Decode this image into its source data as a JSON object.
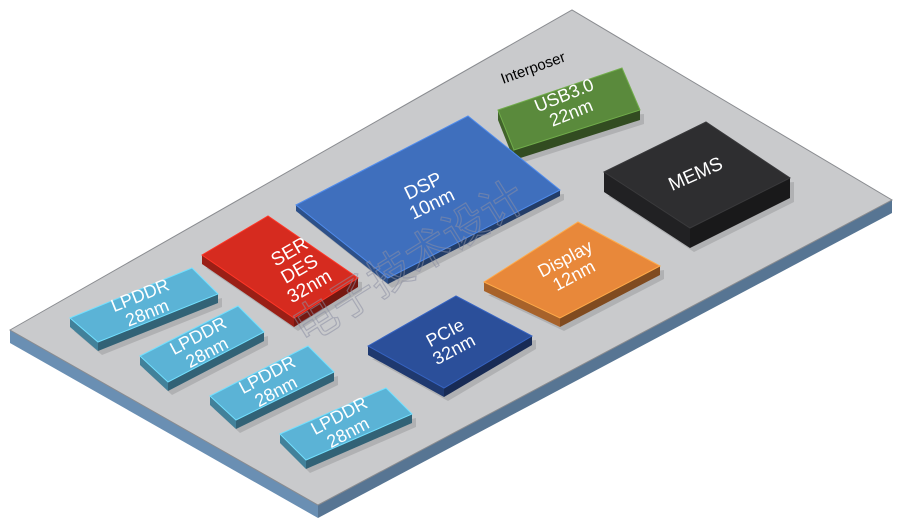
{
  "interposer": {
    "label": "Interposer",
    "top_color": "#c9cacc",
    "side_color": "#6a8fb3"
  },
  "chips": [
    {
      "name": "chip-usb30",
      "lines": [
        "USB3.0",
        "22nm"
      ],
      "color": "#5a8a3c"
    },
    {
      "name": "chip-dsp",
      "lines": [
        "DSP",
        "10nm"
      ],
      "color": "#3f6fbd"
    },
    {
      "name": "chip-mems",
      "lines": [
        "MEMS"
      ],
      "color": "#2e2e30"
    },
    {
      "name": "chip-serdes",
      "lines": [
        "SER",
        "DES",
        "32nm"
      ],
      "color": "#d62b1f"
    },
    {
      "name": "chip-display",
      "lines": [
        "Display",
        "12nm"
      ],
      "color": "#e8883a"
    },
    {
      "name": "chip-pcie",
      "lines": [
        "PCIe",
        "32nm"
      ],
      "color": "#2b4f9a"
    },
    {
      "name": "chip-lpddr-1",
      "lines": [
        "LPDDR",
        "28nm"
      ],
      "color": "#5bb3d6"
    },
    {
      "name": "chip-lpddr-2",
      "lines": [
        "LPDDR",
        "28nm"
      ],
      "color": "#5bb3d6"
    },
    {
      "name": "chip-lpddr-3",
      "lines": [
        "LPDDR",
        "28nm"
      ],
      "color": "#5bb3d6"
    },
    {
      "name": "chip-lpddr-4",
      "lines": [
        "LPDDR",
        "28nm"
      ],
      "color": "#5bb3d6"
    }
  ],
  "watermark": {
    "text": "电子技术设计"
  }
}
